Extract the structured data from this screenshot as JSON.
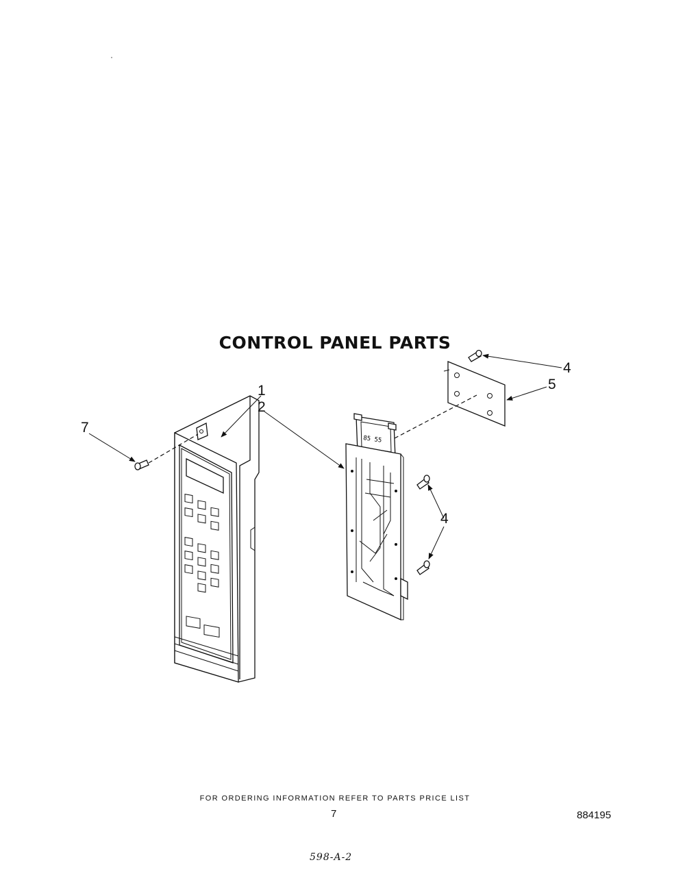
{
  "title": "CONTROL PANEL PARTS",
  "callouts": {
    "c1": "1",
    "c2": "2",
    "c4_top": "4",
    "c5": "5",
    "c4_right": "4",
    "c7": "7"
  },
  "display_text": "85 55",
  "footer": {
    "ordering_note": "FOR ORDERING INFORMATION REFER TO PARTS PRICE LIST",
    "page_number": "7",
    "document_number": "884195",
    "handwritten_code": "598-A-2"
  }
}
